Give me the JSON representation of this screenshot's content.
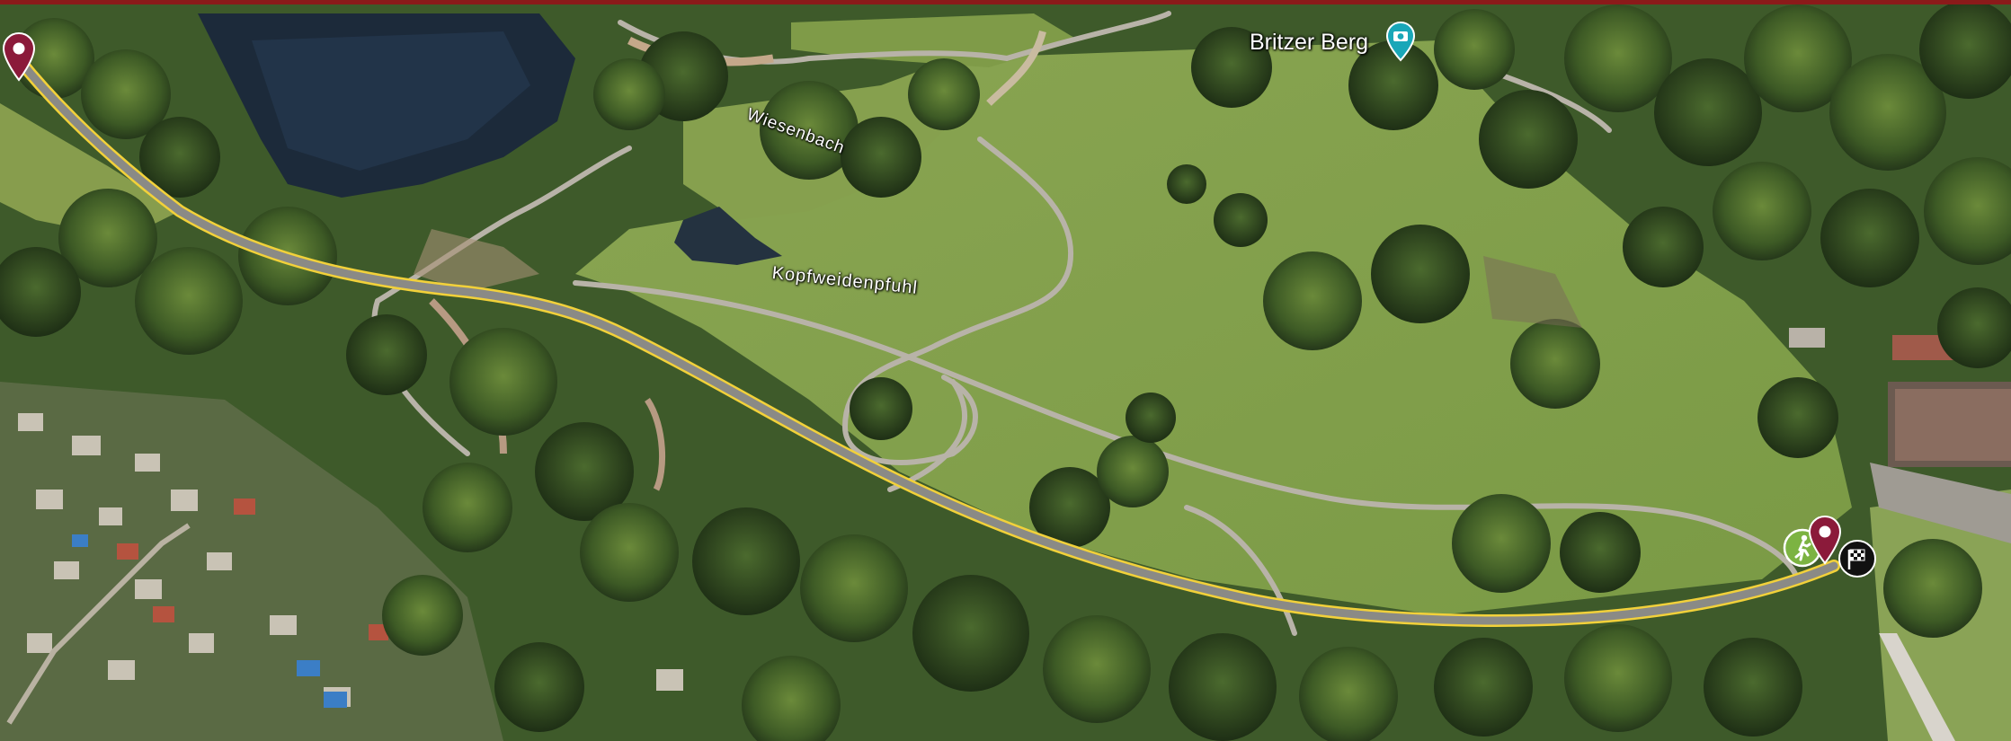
{
  "map": {
    "poi": {
      "label": "Britzer Berg",
      "icon": "camera-pin-icon"
    },
    "water_labels": [
      "Wiesenbach",
      "Kopfweidenpfuhl"
    ],
    "route": {
      "color": "#f2d13a",
      "start_icon": "location-pin-icon",
      "end_icons": [
        "location-pin-icon",
        "walking-person-icon",
        "checkered-flag-icon"
      ]
    },
    "colors": {
      "pin": "#8b1a3a",
      "walk_badge": "#7cb342",
      "poi_teal": "#19a7b8",
      "frame": "#8b1a1a"
    }
  }
}
